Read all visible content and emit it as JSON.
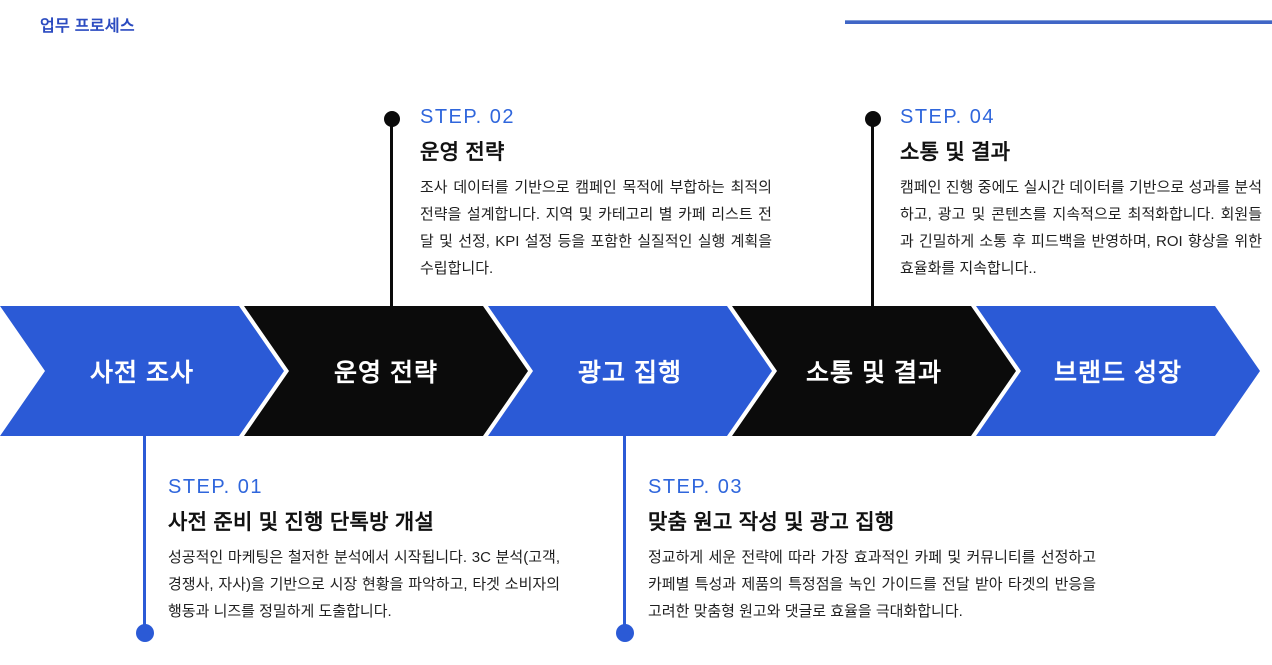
{
  "header": {
    "title": "업무 프로세스"
  },
  "process": {
    "stages": [
      {
        "label": "사전 조사",
        "color": "#2b5ad6"
      },
      {
        "label": "운영 전략",
        "color": "#0b0b0b"
      },
      {
        "label": "광고 집행",
        "color": "#2b5ad6"
      },
      {
        "label": "소통 및 결과",
        "color": "#0b0b0b"
      },
      {
        "label": "브랜드 성장",
        "color": "#2b5ad6"
      }
    ],
    "steps": [
      {
        "id": "STEP. 01",
        "title": "사전 준비 및 진행 단톡방 개설",
        "description": "성공적인 마케팅은 철저한 분석에서 시작됩니다. 3C 분석(고객, 경쟁사, 자사)을 기반으로 시장 현황을 파악하고, 타겟 소비자의 행동과 니즈를 정밀하게 도출합니다.",
        "position": "bottom"
      },
      {
        "id": "STEP. 02",
        "title": "운영 전략",
        "description": "조사 데이터를 기반으로 캠페인 목적에 부합하는 최적의 전략을 설계합니다. 지역 및 카테고리 별 카페 리스트 전달 및 선정, KPI 설정 등을 포함한 실질적인 실행 계획을 수립합니다.",
        "position": "top"
      },
      {
        "id": "STEP. 03",
        "title": "맞춤 원고 작성 및 광고 집행",
        "description": "정교하게 세운 전략에 따라 가장 효과적인 카페 및 커뮤니티를 선정하고 카페별 특성과 제품의 특정점을 녹인 가이드를 전달 받아 타겟의 반응을 고려한 맞춤형 원고와 댓글로 효율을 극대화합니다.",
        "position": "bottom"
      },
      {
        "id": "STEP. 04",
        "title": "소통 및 결과",
        "description": "캠페인 진행 중에도 실시간 데이터를 기반으로 성과를 분석하고, 광고 및 콘텐츠를 지속적으로 최적화합니다. 회원들과 긴밀하게 소통 후 피드백을 반영하며, ROI 향상을 위한 효율화를 지속합니다..",
        "position": "top"
      }
    ]
  },
  "colors": {
    "accent_blue": "#2b5ad6",
    "stage_black": "#0b0b0b",
    "step_label_blue": "#2f66dc",
    "header_blue": "#2b4bc0",
    "divider_blue": "#4066c6",
    "stage_text": "#ffffff"
  }
}
